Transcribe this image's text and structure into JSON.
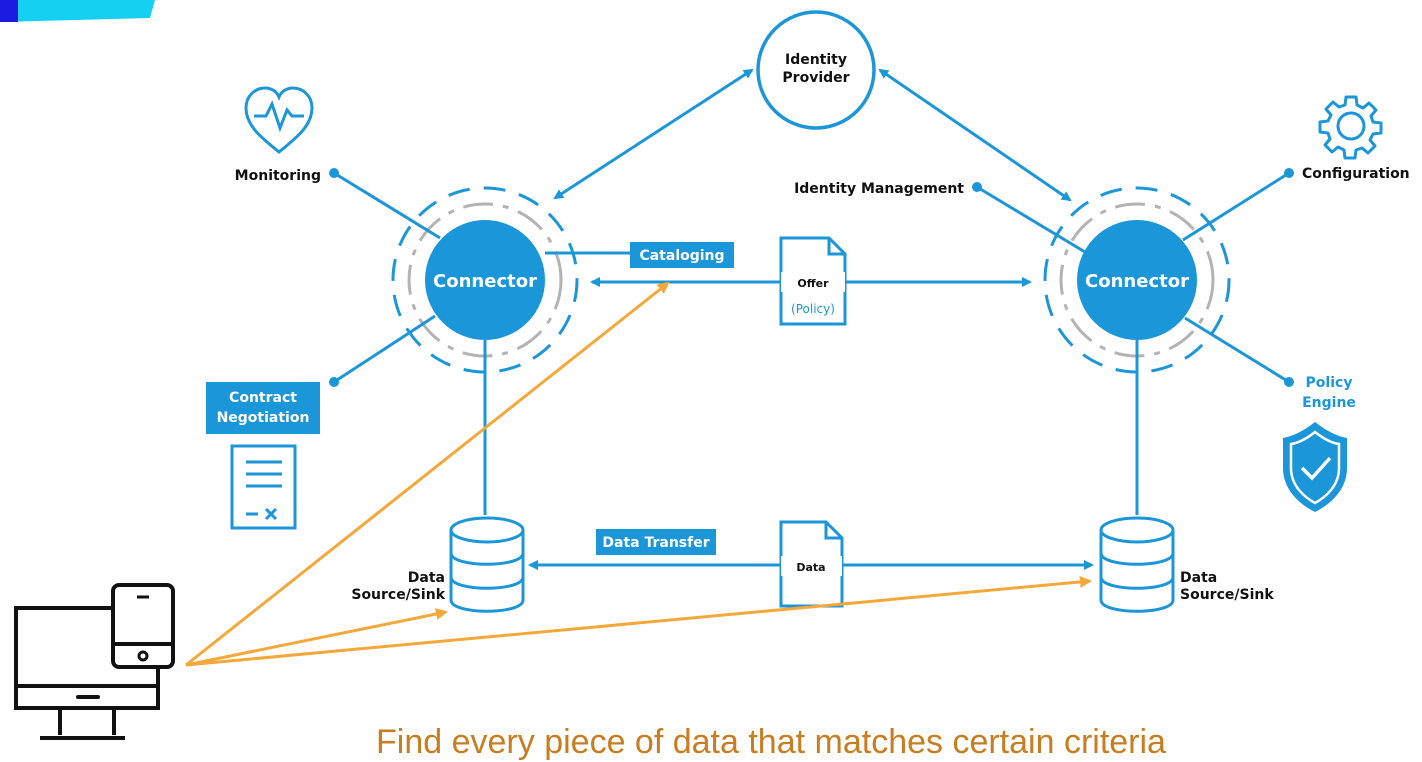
{
  "nodes": {
    "identity_provider": [
      "Identity",
      "Provider"
    ],
    "connector_left": "Connector",
    "connector_right": "Connector",
    "data_left": [
      "Data",
      "Source/Sink"
    ],
    "data_right": [
      "Data",
      "Source/Sink"
    ]
  },
  "labels": {
    "monitoring": "Monitoring",
    "identity_management": "Identity Management",
    "configuration": "Configuration",
    "policy_engine": [
      "Policy",
      "Engine"
    ],
    "contract_negotiation": [
      "Contract",
      "Negotiation"
    ],
    "cataloging": "Cataloging",
    "data_transfer": "Data Transfer"
  },
  "documents": {
    "offer": {
      "title": "Offer",
      "subtitle": "(Policy)"
    },
    "data": {
      "title": "Data"
    }
  },
  "icons": [
    "heart-monitor-icon",
    "gear-icon",
    "contract-icon",
    "shield-check-icon",
    "database-icon",
    "device-icon"
  ],
  "caption": "Find every piece of data that matches certain criteria",
  "colors": {
    "blue": "#1b96d8",
    "orange": "#f5a83a",
    "caption": "#c77d20",
    "gray": "#b3b3b3"
  }
}
